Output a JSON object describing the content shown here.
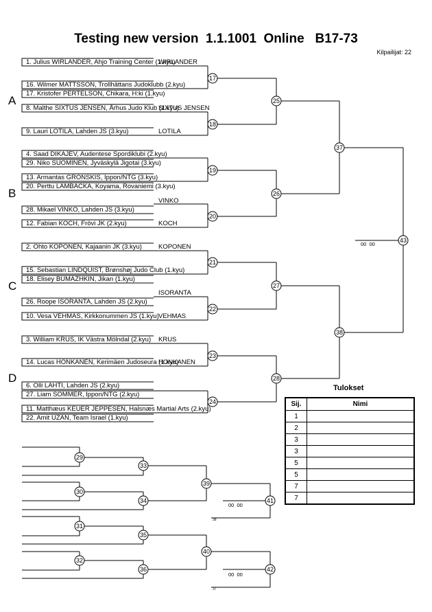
{
  "header": {
    "title": "Testing new version  1.1.1001  Online   B17-73",
    "count": "Kilpailijat: 22"
  },
  "pools": [
    "A",
    "B",
    "C",
    "D"
  ],
  "competitors": [
    "1. Julius WIRLANDER, Ahjo Training Center (1.kyu)",
    "16. Wilmer MATTSSON, Trollhättans Judoklubb (2.kyu)",
    "17. Kristofer PERTELSON, Chikara, H:ki (1.kyu)",
    "8. Malthe SIXTUS JENSEN, Århus Judo Klub (1.kyu)",
    "9. Lauri LOTILA, Lahden JS (3.kyu)",
    "4. Saad DIKAJEV, Audentese Spordiklubi (2.kyu)",
    "29. Niko SUOMINEN, Jyväskylä Jigotai (3.kyu)",
    "13. Armantas GRONSKIS, Ippon/NTG (3.kyu)",
    "20. Perttu LAMBACKA, Koyama, Rovaniemi (3.kyu)",
    "28. Mikael VINKO, Lahden JS (3.kyu)",
    "12. Fabian KOCH, Frövi JK (2.kyu)",
    "2. Ohto KOPONEN, Kajaanin JK (3.kyu)",
    "15. Sebastian LINDQUIST, Brønshøj Judo Club (1.kyu)",
    "18. Elisey BUMAZHKIN, Jikan (1.kyu)",
    "26. Roope ISORANTA, Lahden JS (2.kyu)",
    "10. Vesa VEHMAS, Kirkkonummen JS (1.kyu)",
    "3. William KRUS, IK Västra Mölndal (2.kyu)",
    "14. Lucas HONKANEN, Kerimäen Judoseura (1.kyu)",
    "6. Olli LAHTI, Lahden JS (2.kyu)",
    "27. Liam SOMMER, Ippon/NTG (2.kyu)",
    "11. Matthæus KEUER JEPPESEN, Halsnæs Martial Arts (2.kyu)",
    "22. Amit UZAN, Team Israel (1.kyu)"
  ],
  "advancers": [
    "WIRLANDER",
    "SIXTUS JENSEN",
    "LOTILA",
    "VINKO",
    "KOCH",
    "KOPONEN",
    "ISORANTA",
    "VEHMAS",
    "KRUS",
    "HONKANEN"
  ],
  "matches": [
    "17",
    "18",
    "19",
    "20",
    "21",
    "22",
    "23",
    "24",
    "25",
    "26",
    "27",
    "28",
    "37",
    "38",
    "43"
  ],
  "repechage_matches": [
    "29",
    "30",
    "31",
    "32",
    "33",
    "34",
    "35",
    "36",
    "39",
    "40",
    "41",
    "42"
  ],
  "scores": [
    "00  00",
    "00  00",
    "00  00"
  ],
  "small_numbers": [
    "38",
    "37"
  ],
  "results": {
    "title": "Tulokset",
    "col_place": "Sij.",
    "col_name": "Nimi",
    "places": [
      "1",
      "2",
      "3",
      "3",
      "5",
      "5",
      "7",
      "7"
    ]
  }
}
